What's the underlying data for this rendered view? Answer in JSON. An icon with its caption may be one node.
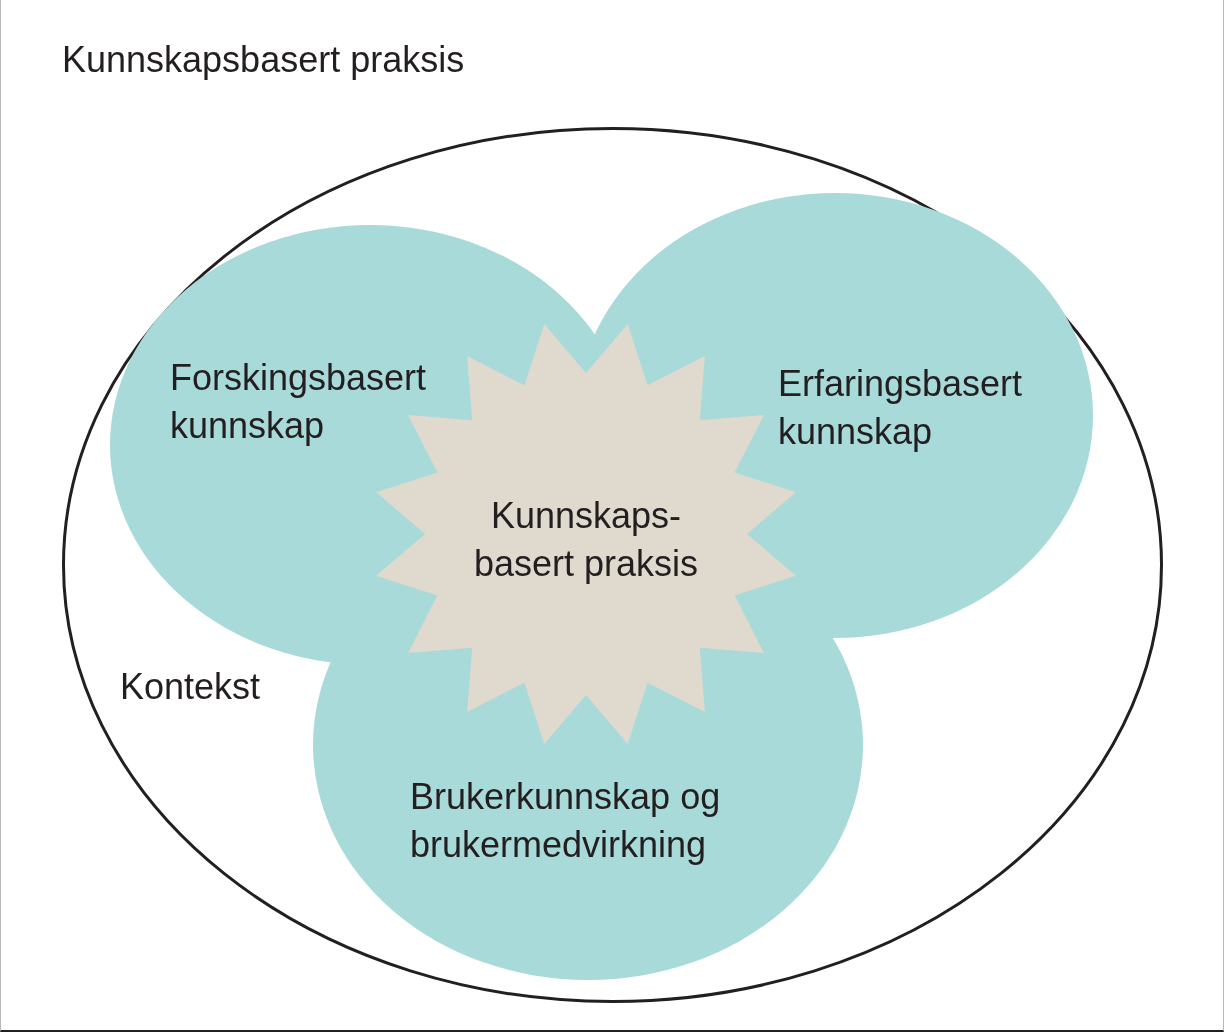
{
  "diagram": {
    "title": "Kunnskapsbasert praksis",
    "nodes": [
      {
        "text": [
          "Kontekst"
        ]
      },
      {
        "text": [
          "Forskingsbasert kunnskap"
        ],
        "in": 0
      },
      {
        "text": [
          "Erfaringsbasert kunnskap"
        ],
        "in": 0
      },
      {
        "text": [
          "Kunnskaps- basert praksis"
        ],
        "in": 0
      },
      {
        "text": [
          "Brukerkunnskap og brukermedvirkning"
        ],
        "in": 0
      }
    ]
  }
}
